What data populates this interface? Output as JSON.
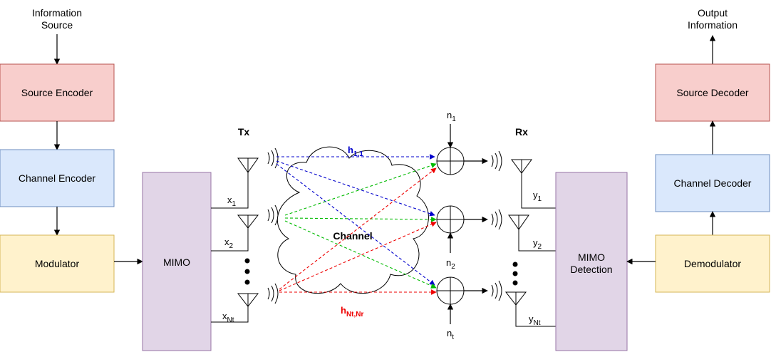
{
  "left_chain": {
    "input_label_line1": "Information",
    "input_label_line2": "Source",
    "source_encoder": "Source Encoder",
    "channel_encoder": "Channel Encoder",
    "modulator": "Modulator"
  },
  "mimo_tx": {
    "label": "MIMO"
  },
  "tx": {
    "title": "Tx",
    "inputs": [
      {
        "base": "x",
        "sub": "1"
      },
      {
        "base": "x",
        "sub": "2"
      },
      {
        "base": "x",
        "sub": "Nt"
      }
    ]
  },
  "channel": {
    "label": "Channel",
    "h_first": {
      "base": "h",
      "sub": "1,1"
    },
    "h_last": {
      "base": "h",
      "sub": "Nt,Nr"
    }
  },
  "noise": [
    {
      "base": "n",
      "sub": "1"
    },
    {
      "base": "n",
      "sub": "2"
    },
    {
      "base": "n",
      "sub": "t"
    }
  ],
  "rx": {
    "title": "Rx",
    "outputs": [
      {
        "base": "y",
        "sub": "1"
      },
      {
        "base": "y",
        "sub": "2"
      },
      {
        "base": "y",
        "sub": "Nt"
      }
    ]
  },
  "mimo_rx": {
    "label_line1": "MIMO",
    "label_line2": "Detection"
  },
  "right_chain": {
    "output_label_line1": "Output",
    "output_label_line2": "Information",
    "source_decoder": "Source Decoder",
    "channel_decoder": "Channel Decoder",
    "demodulator": "Demodulator"
  },
  "colors": {
    "source_fill": "#f8cecc",
    "source_stroke": "#b85450",
    "channel_fill": "#dae8fc",
    "channel_stroke": "#6c8ebf",
    "mod_fill": "#fff2cc",
    "mod_stroke": "#d6b656",
    "mimo_fill": "#e1d5e7",
    "mimo_stroke": "#9673a6",
    "path_blue": "#0000cc",
    "path_green": "#00bb00",
    "path_red": "#ee0000"
  }
}
